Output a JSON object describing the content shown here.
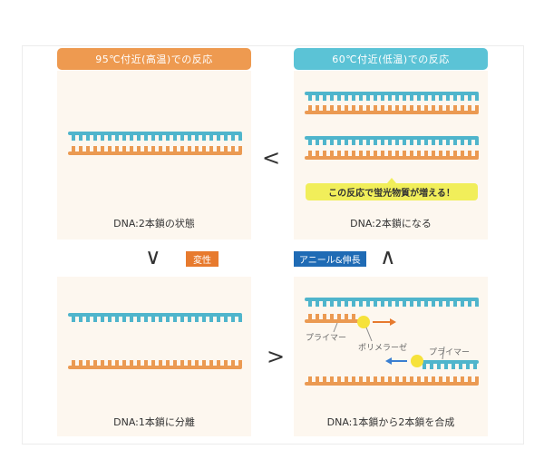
{
  "headers": {
    "high_temp": "95℃付近(高温)での反応",
    "low_temp": "60℃付近(低温)での反応"
  },
  "panels": {
    "double_strand": "DNA:2本鎖の状態",
    "becomes_double": "DNA:2本鎖になる",
    "separated": "DNA:1本鎖に分離",
    "synthesis": "DNA:1本鎖から2本鎖を合成"
  },
  "callout": "この反応で蛍光物質が増える！",
  "steps": {
    "denature": "変性",
    "anneal_extend": "アニール&伸長"
  },
  "annotations": {
    "primer_left": "プライマー",
    "polymerase": "ポリメラーゼ",
    "primer_right": "プライマー"
  },
  "arrows": {
    "back_to_start": "<",
    "down_left": "∨",
    "to_synthesis": ">",
    "up_right": "∧"
  },
  "colors": {
    "orange_header": "#ee9a50",
    "blue_header": "#5bc3d6",
    "strand_blue": "#4fb5cc",
    "strand_orange": "#eb9a52",
    "polymerase": "#f6e23a",
    "panel_bg": "#fdf7ef"
  }
}
